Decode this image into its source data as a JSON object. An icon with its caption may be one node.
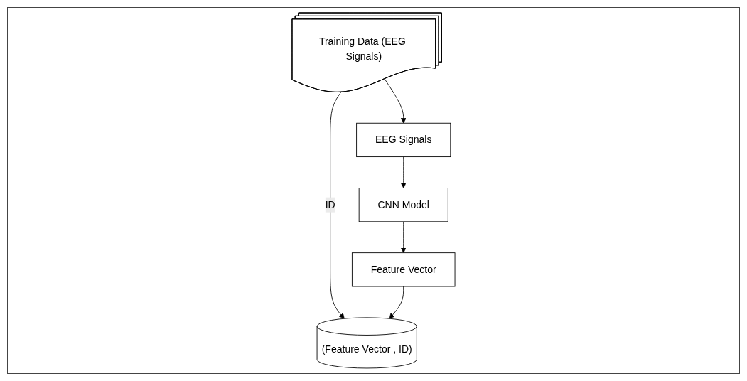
{
  "diagram": {
    "nodes": [
      {
        "text": [
          "Training Data (EEG Signals)"
        ]
      },
      {
        "text": [
          "(Feature Vector , ID)"
        ]
      },
      {
        "text": [
          "EEG Signals"
        ]
      },
      {
        "text": [
          "CNN Model"
        ]
      },
      {
        "text": [
          "Feature Vector"
        ]
      }
    ],
    "edges": [
      {
        "from": 0,
        "to": 1,
        "arrow": "to",
        "label": "ID"
      },
      {
        "from": 0,
        "to": 2,
        "arrow": "to"
      },
      {
        "from": 2,
        "to": 3,
        "arrow": "to"
      },
      {
        "from": 3,
        "to": 4,
        "arrow": "to"
      },
      {
        "from": 4,
        "to": 1,
        "arrow": "to"
      }
    ]
  }
}
